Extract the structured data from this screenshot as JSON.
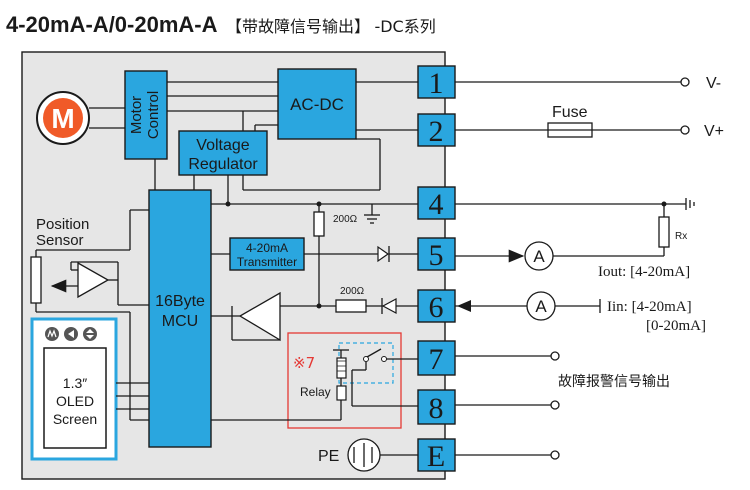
{
  "title": {
    "main": "4-20mA-A/0-20mA-A",
    "bracket": "【带故障信号输出】",
    "suffix": "-DC系列"
  },
  "blocks": {
    "motor_letter": "M",
    "motor_control_line1": "Motor",
    "motor_control_line2": "Control",
    "ac_dc": "AC-DC",
    "voltage_regulator_line1": "Voltage",
    "voltage_regulator_line2": "Regulator",
    "position_sensor_line1": "Position",
    "position_sensor_line2": "Sensor",
    "transmitter_line1": "4-20mA",
    "transmitter_line2": "Transmitter",
    "mcu_line1": "16Byte",
    "mcu_line2": "MCU",
    "oled_line1": "1.3″",
    "oled_line2": "OLED",
    "oled_line3": "Screen",
    "relay_mark": "※7",
    "relay_label": "Relay",
    "pe_label": "PE"
  },
  "components": {
    "resistor_1": "200Ω",
    "resistor_2": "200Ω",
    "fuse": "Fuse",
    "rx": "Rx",
    "ammeter": "A"
  },
  "terminals": [
    "1",
    "2",
    "4",
    "5",
    "6",
    "7",
    "8",
    "E"
  ],
  "external": {
    "v_minus": "V-",
    "v_plus": "V+",
    "iout": "Iout: [4-20mA]",
    "iin_line1": "Iin: [4-20mA]",
    "iin_line2": "[0-20mA]",
    "fault_output": "故障报警信号输出"
  },
  "colors": {
    "panel": "#e6e6e6",
    "block": "#2aa6df",
    "motor": "#f05a28",
    "relay_box": "#e53935"
  }
}
